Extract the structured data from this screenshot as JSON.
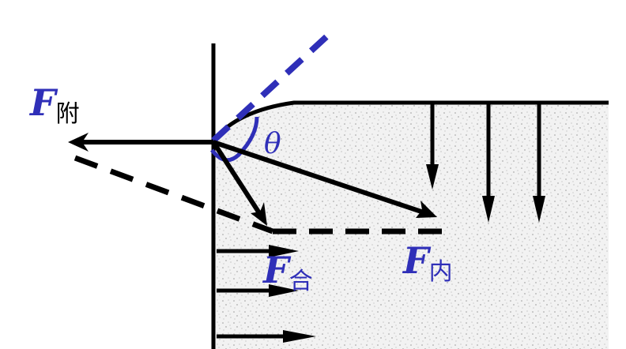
{
  "labels": {
    "f_fu": {
      "main": "F",
      "sub": "附"
    },
    "f_he": {
      "main": "F",
      "sub": "合"
    },
    "f_nei": {
      "main": "F",
      "sub": "内"
    },
    "theta": "θ"
  },
  "colors": {
    "ink": "#000000",
    "accent": "#2f2fb8",
    "liquid": "#ededed",
    "liquid_dots": "#9a9a9a",
    "background": "#ffffff"
  }
}
